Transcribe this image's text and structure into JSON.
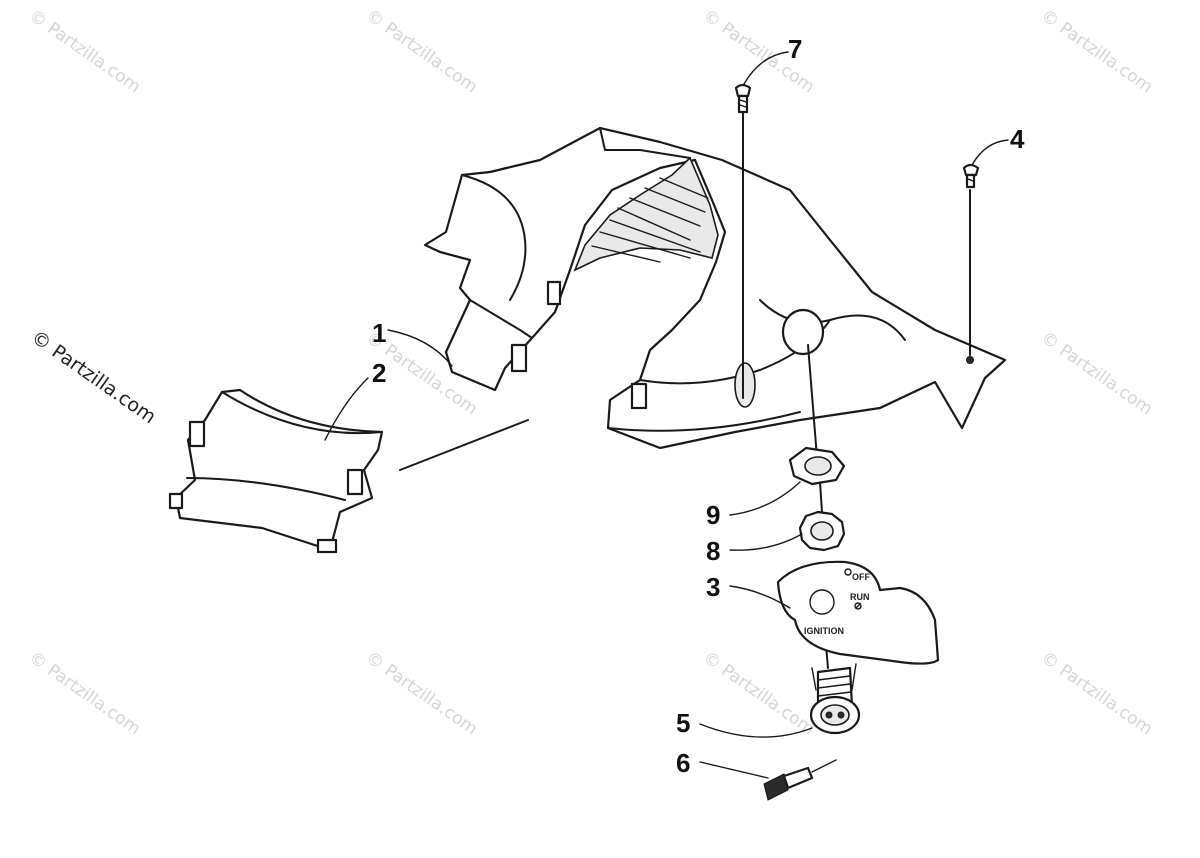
{
  "watermark": {
    "text": "© Partzilla.com",
    "side_text": "© Partzilla.com"
  },
  "callouts": [
    {
      "id": "1",
      "label": "1"
    },
    {
      "id": "2",
      "label": "2"
    },
    {
      "id": "3",
      "label": "3"
    },
    {
      "id": "4",
      "label": "4"
    },
    {
      "id": "5",
      "label": "5"
    },
    {
      "id": "6",
      "label": "6"
    },
    {
      "id": "7",
      "label": "7"
    },
    {
      "id": "8",
      "label": "8"
    },
    {
      "id": "9",
      "label": "9"
    }
  ],
  "decal": {
    "off": "OFF",
    "run": "RUN",
    "ignition": "IGNITION"
  }
}
